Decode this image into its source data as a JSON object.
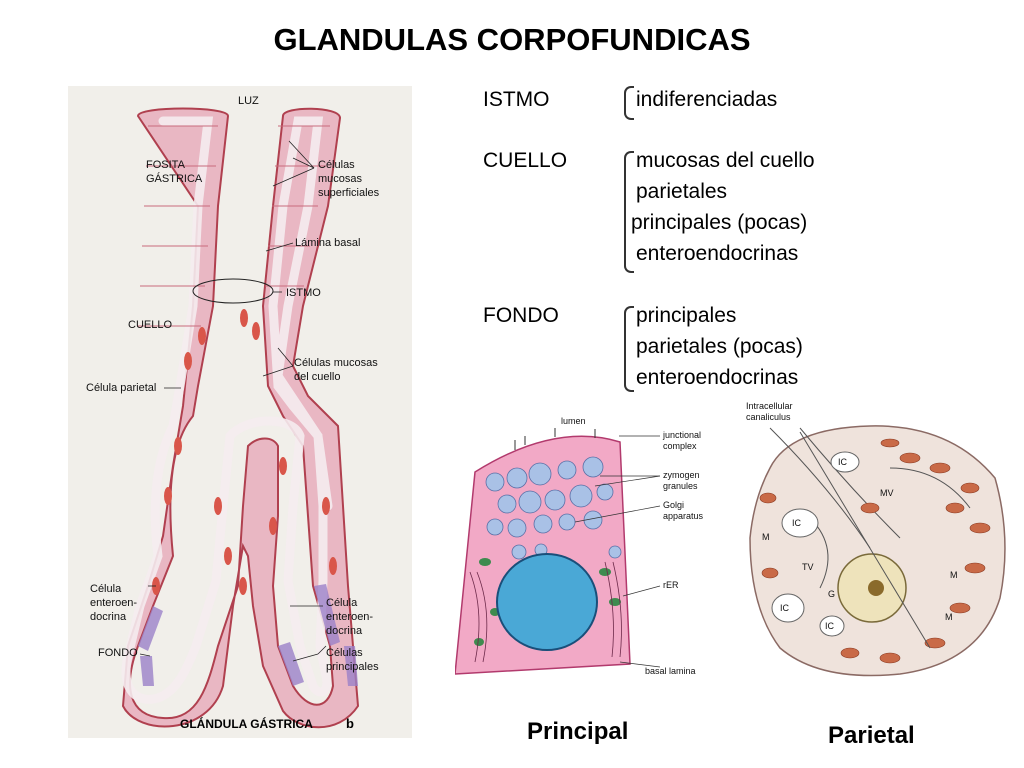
{
  "title": "GLANDULAS CORPOFUNDICAS",
  "regions": [
    {
      "name": "ISTMO",
      "cells": [
        "indiferenciadas"
      ]
    },
    {
      "name": "CUELLO",
      "cells": [
        "mucosas del cuello",
        "parietales",
        "principales (pocas)",
        "enteroendocrinas"
      ]
    },
    {
      "name": "FONDO",
      "cells": [
        "principales",
        "parietales (pocas)",
        "enteroendocrinas"
      ]
    }
  ],
  "gland_figure": {
    "labels": {
      "luz": "LUZ",
      "fosita_1": "FOSITA",
      "fosita_2": "GÁSTRICA",
      "mucosas_sup_1": "Células",
      "mucosas_sup_2": "mucosas",
      "mucosas_sup_3": "superficiales",
      "lamina": "Lámina basal",
      "istmo": "ISTMO",
      "cuello": "CUELLO",
      "mucosas_cuello_1": "Células mucosas",
      "mucosas_cuello_2": "del cuello",
      "parietal": "Célula parietal",
      "entero_left_1": "Célula",
      "entero_left_2": "enteroen-",
      "entero_left_3": "docrina",
      "entero_right_1": "Célula",
      "entero_right_2": "enteroen-",
      "entero_right_3": "docrina",
      "fondo": "FONDO",
      "principales_1": "Células",
      "principales_2": "principales",
      "caption": "GLÁNDULA GÁSTRICA",
      "panel": "b"
    },
    "colors": {
      "background": "#f1efea",
      "epithelium": "#e9b7c3",
      "outline": "#b0404f",
      "parietal": "#d9564a",
      "chief": "#9c82c9"
    }
  },
  "principal_figure": {
    "caption": "Principal",
    "labels": {
      "lumen": "lumen",
      "junctional_1": "junctional",
      "junctional_2": "complex",
      "zymogen_1": "zymogen",
      "zymogen_2": "granules",
      "golgi_1": "Golgi",
      "golgi_2": "apparatus",
      "rer": "rER",
      "basal": "basal lamina"
    },
    "colors": {
      "cytoplasm": "#f2a9c6",
      "granule": "#a9c1e6",
      "nucleus": "#4aa8d6",
      "mito": "#3e8b4f"
    }
  },
  "parietal_figure": {
    "caption": "Parietal",
    "labels": {
      "canaliculus_1": "Intracellular",
      "canaliculus_2": "canaliculus",
      "ic": "IC",
      "mv": "MV",
      "m": "M",
      "tv": "TV",
      "g": "G"
    },
    "colors": {
      "cytoplasm": "#efe3dc",
      "mito": "#c96a47",
      "nucleus": "#eee3bb",
      "nucleolus": "#8a6a2b"
    }
  }
}
